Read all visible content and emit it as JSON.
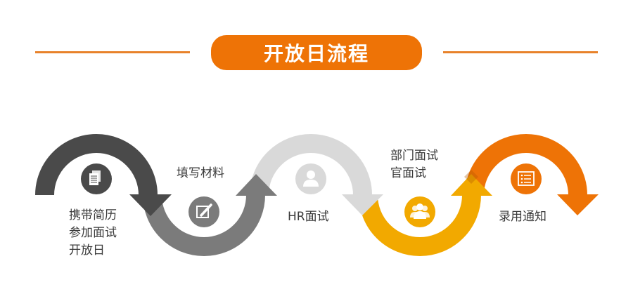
{
  "header": {
    "title": "开放日流程"
  },
  "colors": {
    "accent": "#ee7306",
    "rule": "#e8822a",
    "step1": "#4a4a4a",
    "step2": "#7b7b7b",
    "step3": "#d9d9d9",
    "step4": "#f2a900",
    "step5": "#ee7306",
    "text": "#3a3a3a"
  },
  "steps": [
    {
      "icon": "document-icon",
      "lines": [
        "携带简历",
        "参加面试",
        "开放日"
      ]
    },
    {
      "icon": "edit-pencil-icon",
      "lines": [
        "填写材料"
      ]
    },
    {
      "icon": "user-icon",
      "lines": [
        "HR面试"
      ]
    },
    {
      "icon": "group-icon",
      "lines": [
        "部门面试",
        "官面试"
      ]
    },
    {
      "icon": "list-icon",
      "lines": [
        "录用通知"
      ]
    }
  ]
}
